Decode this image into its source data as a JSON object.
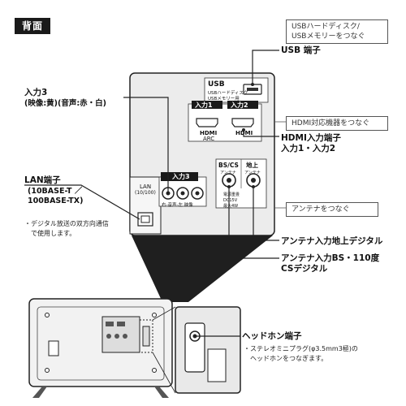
{
  "header": {
    "tag": "背面"
  },
  "callouts": {
    "usb_note_line1": "USBハードディスク/",
    "usb_note_line2": "USBメモリーをつなぐ",
    "usb_label": "USB 端子",
    "hdmi_note": "HDMI対応機器をつなぐ",
    "hdmi_label_line1": "HDMI入力端子",
    "hdmi_label_line2": "入力1・入力2",
    "antenna_note": "アンテナをつなぐ",
    "antenna_ground": "アンテナ入力地上デジタル",
    "antenna_bs_line1": "アンテナ入力BS・110度",
    "antenna_bs_line2": "CSデジタル",
    "input3_line1": "入力3",
    "input3_line2": "(映像:黄)(音声:赤・白)",
    "lan_line1": "LAN端子",
    "lan_line2": "(10BASE-T ／",
    "lan_line3": "100BASE-TX)",
    "lan_note_line1": "・デジタル放送の双方向通信",
    "lan_note_line2": "で使用します。",
    "headphone_label": "ヘッドホン端子",
    "headphone_note_line1": "・ステレオミニプラグ(φ3.5mm3極)の",
    "headphone_note_line2": "ヘッドホンをつなぎます。"
  },
  "panel": {
    "usb_text": "USB",
    "usb_sub1": "USBハードディスク",
    "usb_sub2": "USBメモリー用",
    "in1": "入力1",
    "in2": "入力2",
    "hdmi": "HDMI",
    "arc": "ARC",
    "in3": "入力3",
    "rca_label": "右-音声-左 映像",
    "lan": "LAN",
    "lan_sub": "(10/100)",
    "bs_cs": "BS/CS",
    "bs_cs_sub": "アンテナ",
    "chijo": "地上",
    "chijo_sub": "アンテナ",
    "dc1": "電源重畳",
    "dc2": "DC15V",
    "dc3": "最大4W"
  },
  "colors": {
    "panel": "#ececec",
    "tag_bg": "#1a1a1a",
    "in_tab": "#1a1a1a",
    "line": "#222222"
  }
}
